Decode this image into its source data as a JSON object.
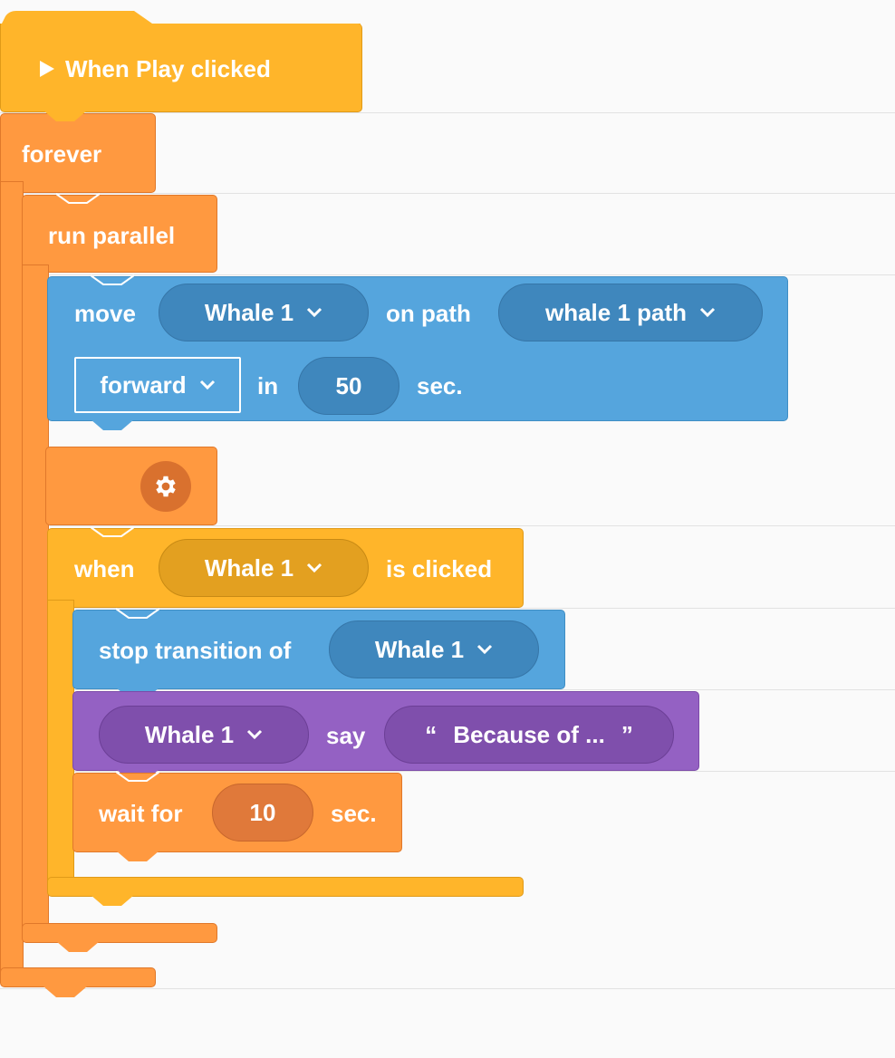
{
  "blocks": {
    "when_play": {
      "label": "When Play clicked"
    },
    "forever": {
      "label": "forever"
    },
    "run_parallel": {
      "label": "run parallel"
    },
    "move": {
      "label": "move",
      "target": "Whale 1",
      "on_path_label": "on path",
      "path": "whale 1 path",
      "direction": "forward",
      "in_label": "in",
      "duration": "50",
      "unit": "sec."
    },
    "when_clicked": {
      "when_label": "when",
      "target": "Whale 1",
      "is_clicked_label": "is clicked"
    },
    "stop_transition": {
      "label": "stop transition of",
      "target": "Whale 1"
    },
    "say": {
      "target": "Whale 1",
      "say_label": "say",
      "open_quote": "“",
      "message": "Because of ...",
      "close_quote": "”"
    },
    "wait": {
      "label": "wait for",
      "value": "10",
      "unit": "sec."
    }
  },
  "icons": {
    "play": "play-icon",
    "settings": "gear-icon",
    "dropdown": "chevron-down-icon"
  },
  "colors": {
    "event_yellow": "#ffb52a",
    "control_orange": "#ff9940",
    "motion_blue": "#55a5dd",
    "looks_purple": "#9461c3"
  }
}
